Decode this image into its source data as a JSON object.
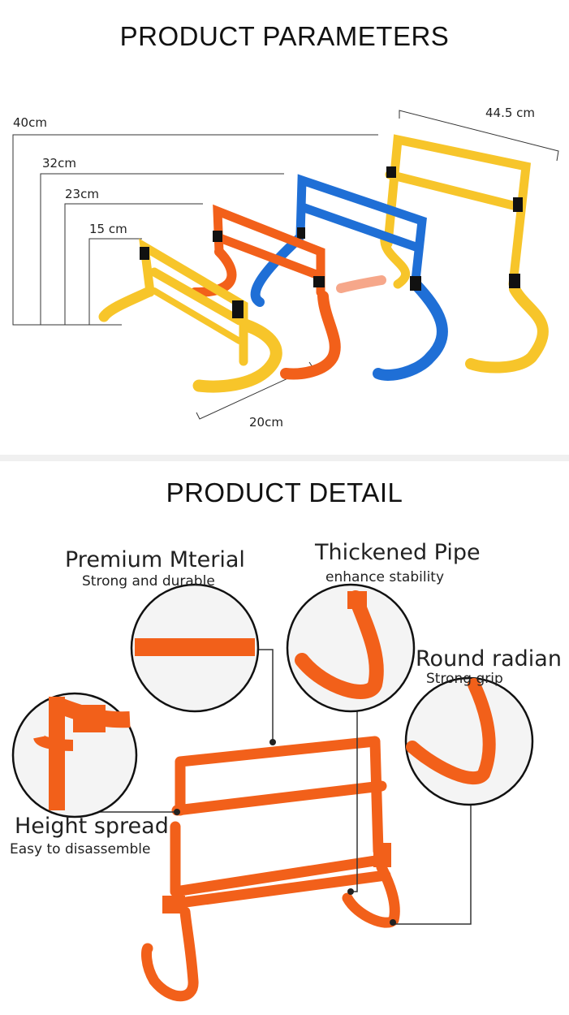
{
  "parameters": {
    "title": "PRODUCT PARAMETERS",
    "heights": [
      "40cm",
      "32cm",
      "23cm",
      "15 cm"
    ],
    "width": "44.5 cm",
    "depth": "20cm"
  },
  "detail": {
    "title": "PRODUCT DETAIL",
    "features": [
      {
        "title": "Premium Mterial",
        "subtitle": "Strong and durable"
      },
      {
        "title": "Thickened Pipe",
        "subtitle": "enhance stability"
      },
      {
        "title": "Round radian",
        "subtitle": "Strong grip"
      },
      {
        "title": "Height spread",
        "subtitle": "Easy to disassemble"
      }
    ]
  },
  "colors": {
    "orange": "#f2601a",
    "yellow": "#f7c52a",
    "blue": "#1f6fd6",
    "black": "#111111"
  }
}
